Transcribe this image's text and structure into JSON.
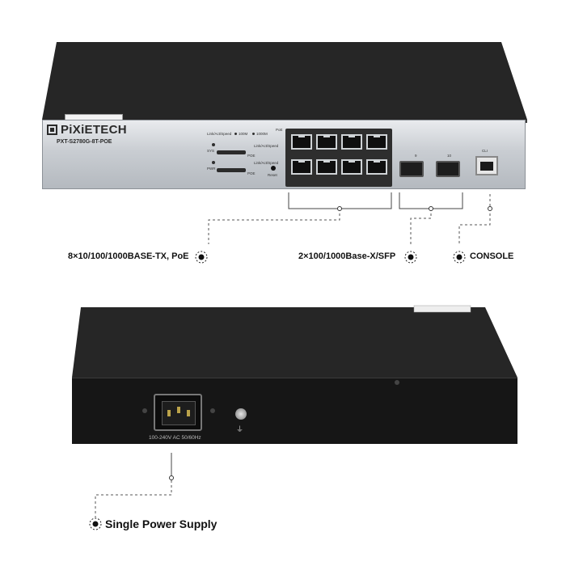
{
  "front": {
    "brand": "PiXiETECH",
    "model": "PXT-S2780G-8T-POE",
    "led_header_1": "Link/Act/Speed",
    "led_header_2": "100M",
    "led_header_3": "1000M",
    "led_sys": "SYS",
    "led_pwr": "PWR",
    "led_poe_1": "POE",
    "led_poe_2": "POE",
    "led_speed_1": "Link/Act/Speed",
    "led_speed_2": "Link/Act/Speed",
    "reset_label": "Reset",
    "poe_tag": "PoE",
    "sfp_label_1": "9",
    "sfp_label_2": "10",
    "console_tag": "CLI"
  },
  "callouts": {
    "ports": "8×10/100/1000BASE-TX, PoE",
    "sfp": "2×100/1000Base-X/SFP",
    "console": "CONSOLE",
    "power": "Single Power Supply"
  },
  "rear": {
    "power_rating": "100-240V AC 50/60Hz",
    "ground_symbol": "⏚"
  },
  "colors": {
    "chassis": "#1b1b1b",
    "front_panel": "#c9cdd2"
  },
  "icons": [
    "target-icon",
    "ground-icon",
    "power-inlet-icon"
  ]
}
